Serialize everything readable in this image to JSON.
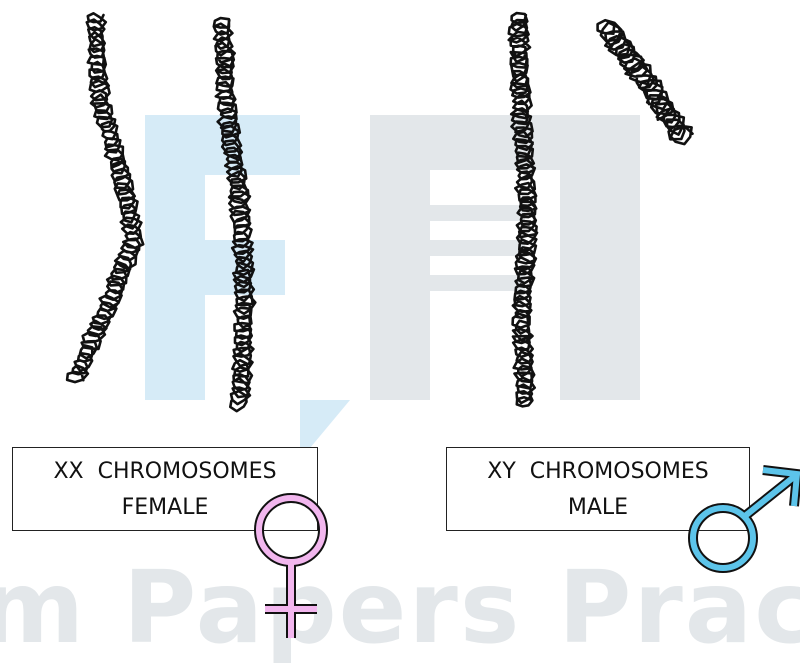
{
  "watermark": {
    "text": "m Papers Prac"
  },
  "labels": {
    "female": {
      "line1": "XX  CHROMOSOMES",
      "line2": "FEMALE"
    },
    "male": {
      "line1": "XY  CHROMOSOMES",
      "line2": "MALE"
    }
  },
  "symbols": {
    "female": {
      "icon": "female-symbol-icon",
      "color": "#f2b6ee"
    },
    "male": {
      "icon": "male-symbol-icon",
      "color": "#5cc4ea"
    }
  },
  "colors": {
    "watermark_blue": "#d6ebf7",
    "watermark_gray": "#e3e7ea",
    "chromosome": "#111111"
  }
}
